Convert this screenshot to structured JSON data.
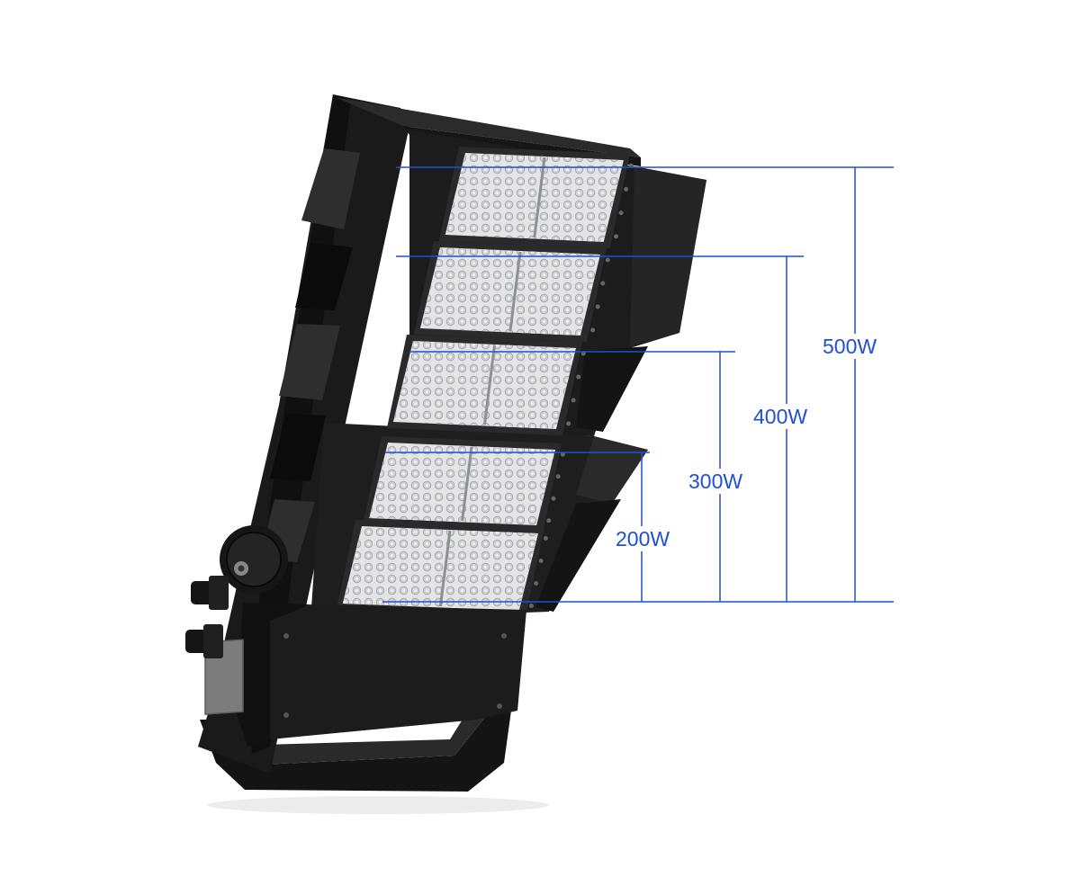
{
  "image": {
    "subject": "LED floodlight fixture with five LED modules",
    "colors": {
      "housing": "#1b1b1b",
      "housing_shadow": "#0e0e0e",
      "module_face": "#e4e4e6",
      "led": "#c8c9cc",
      "dimension_line": "#1f4fd6",
      "label_plate": "#7c7c7c"
    }
  },
  "dimensions": [
    {
      "label": "500W",
      "modules": 5
    },
    {
      "label": "400W",
      "modules": 4
    },
    {
      "label": "300W",
      "modules": 3
    },
    {
      "label": "200W",
      "modules": 2
    }
  ]
}
